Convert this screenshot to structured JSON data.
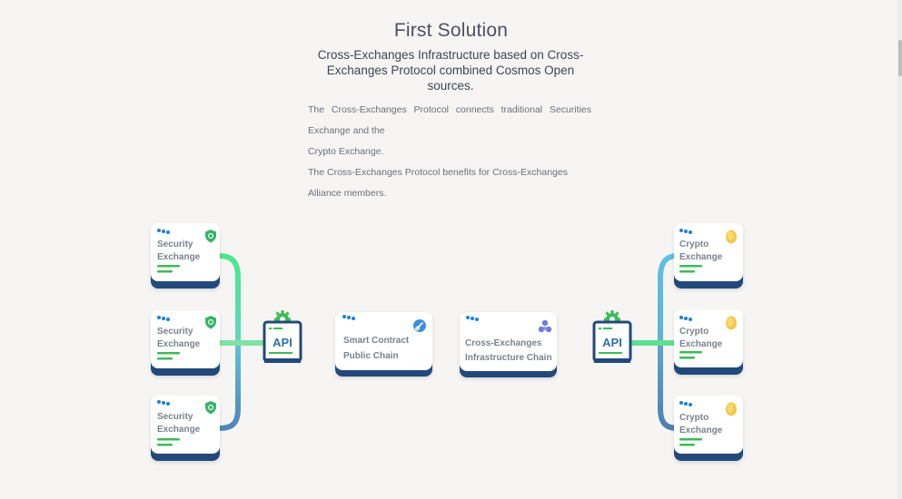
{
  "header": {
    "title": "First Solution",
    "subtitle_line1": "Cross-Exchanges Infrastructure based on Cross-",
    "subtitle_line2": "Exchanges Protocol combined Cosmos Open sources."
  },
  "description": {
    "line1": "The Cross-Exchanges Protocol connects traditional Securities Exchange and the",
    "line2": "Crypto Exchange.",
    "line3": "The Cross-Exchanges Protocol benefits for Cross-Exchanges Alliance members."
  },
  "diagram": {
    "left_nodes": [
      {
        "line1": "Security",
        "line2": "Exchange",
        "icon": "shield-icon"
      },
      {
        "line1": "Security",
        "line2": "Exchange",
        "icon": "shield-icon"
      },
      {
        "line1": "Security",
        "line2": "Exchange",
        "icon": "shield-icon"
      }
    ],
    "right_nodes": [
      {
        "line1": "Crypto",
        "line2": "Exchange",
        "icon": "coin-icon"
      },
      {
        "line1": "Crypto",
        "line2": "Exchange",
        "icon": "coin-icon"
      },
      {
        "line1": "Crypto",
        "line2": "Exchange",
        "icon": "coin-icon"
      }
    ],
    "api_left": {
      "label": "API",
      "icon": "api-gear-icon"
    },
    "api_right": {
      "label": "API",
      "icon": "api-gear-icon"
    },
    "smart_contract": {
      "line1": "Smart Contract",
      "line2": "Public Chain",
      "icon": "link-icon"
    },
    "infra_chain": {
      "line1": "Cross-Exchanges",
      "line2": "Infrastructure Chain",
      "icon": "cosmos-icon"
    }
  },
  "colors": {
    "card_shadow": "#24487a",
    "card_bg": "#ffffff",
    "dots": "#1f7fd9",
    "bar_green": "#3dbb57",
    "shield": "#37b46a",
    "coin": "#f3c94b",
    "connector_green": "#4de88c",
    "connector_cyan": "#7cd6f2",
    "connector_blue": "#4f86b8"
  }
}
